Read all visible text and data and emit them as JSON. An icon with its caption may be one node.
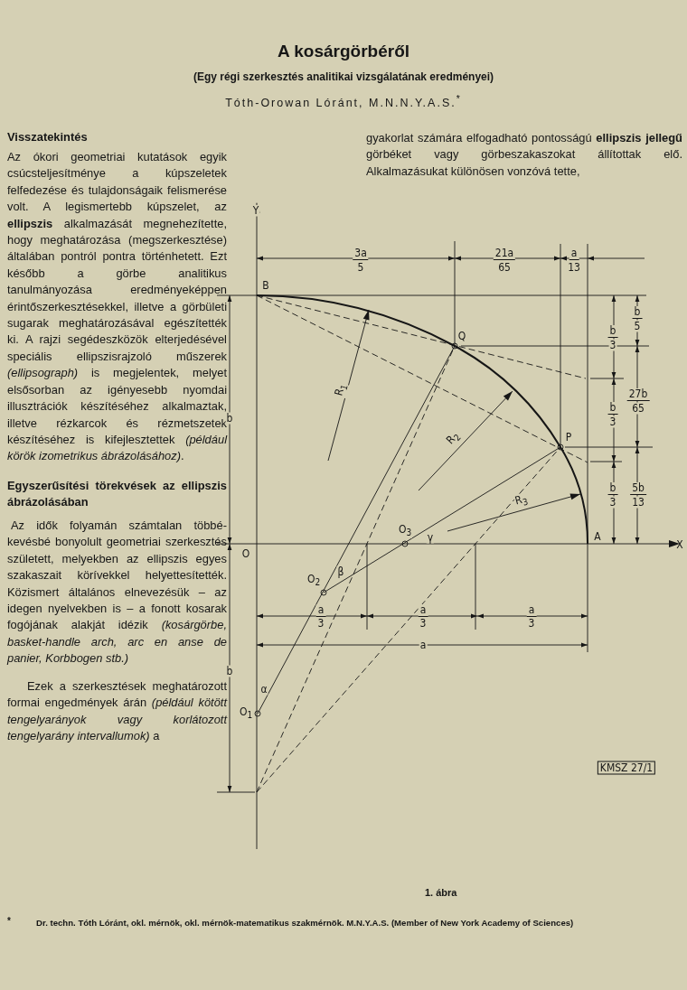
{
  "diagram": {
    "title": "A kosárgörbéről",
    "caption": "1. ábra",
    "labels": [
      "(Egy régi szerkesztés analitikai vizsgálatának eredményei)",
      "Tóth-Orowan Lóránt, M.N.N.Y.A.S.$^{*}$",
      "Visszatekintés",
      "Az ókori geometriai kutatások egyik csúcsteljesítménye a kúpszeletek felfedezése és tulajdonságaik felismerése volt. A legismertebb kúpszelet, az **ellipszis** alkalmazását megnehezítette, hogy meghatározása (megszerkesztése) általában pontról pontra történhetett. Ezt később a görbe analitikus tanulmányozása eredményeképpen érintőszerkesztésekkel, illetve a görbületi sugarak meghatározásával egészítették ki. A rajzi segédeszközök elterjedésével speciális ellipszisrajzoló műszerek *(ellipsograph)* is megjelentek, melyet elsősorban az igényesebb nyomdai illusztrációk készítéséhez alkalmaztak, illetve rézkarcok és rézmetszetek készítéséhez is kifejlesztettek *(például körök izometrikus ábrázolásához)*.",
      "Egyszerűsítési törekvések az ellipszis ábrázolásában",
      "Az idők folyamán számtalan többé-kevésbé bonyolult geometriai szerkesztés született, melyekben az ellipszis egyes szakaszait körívekkel helyettesítették. Közismert általános elnevezésük – az idegen nyelvekben is – a fonott kosarak fogójának alakját idézik *(kosárgörbe, basket-handle arch, arc en anse de panier, Korbbogen stb.)*",
      "Ezek a szerkesztések meghatározott formai engedmények árán *(például kötött tengelyarányok vagy korlátozott tengelyarány intervallumok)* a",
      "gyakorlat számára elfogadható pontosságú **ellipszis jellegű** görbéket vagy görbeszakaszokat állítottak elő. Alkalmazásukat különösen vonzóvá tette,",
      "Y",
      "3a",
      "5",
      "21a",
      "65",
      "a",
      "13",
      "B",
      "b",
      "5",
      "b",
      "3",
      "Q",
      "R$_{1}$",
      "27b",
      "65",
      "b",
      "b",
      "3",
      "R$_{2}$",
      "P",
      "R$_{3}$",
      "b",
      "3",
      "5b",
      "13",
      "O$_{3}$",
      "γ",
      "A",
      "X",
      "O",
      "O$_{2}$",
      "β",
      "a",
      "3",
      "a",
      "3",
      "a",
      "3",
      "a",
      "b",
      "α",
      "O$_{1}$",
      "KMSZ 27/1",
      "*",
      "Dr. techn. Tóth Lóránt, okl. mérnök, okl. mérnök-matematikus szakmérnök. M.N.Y.A.S. (Member of New York Academy of Sciences)"
    ]
  }
}
